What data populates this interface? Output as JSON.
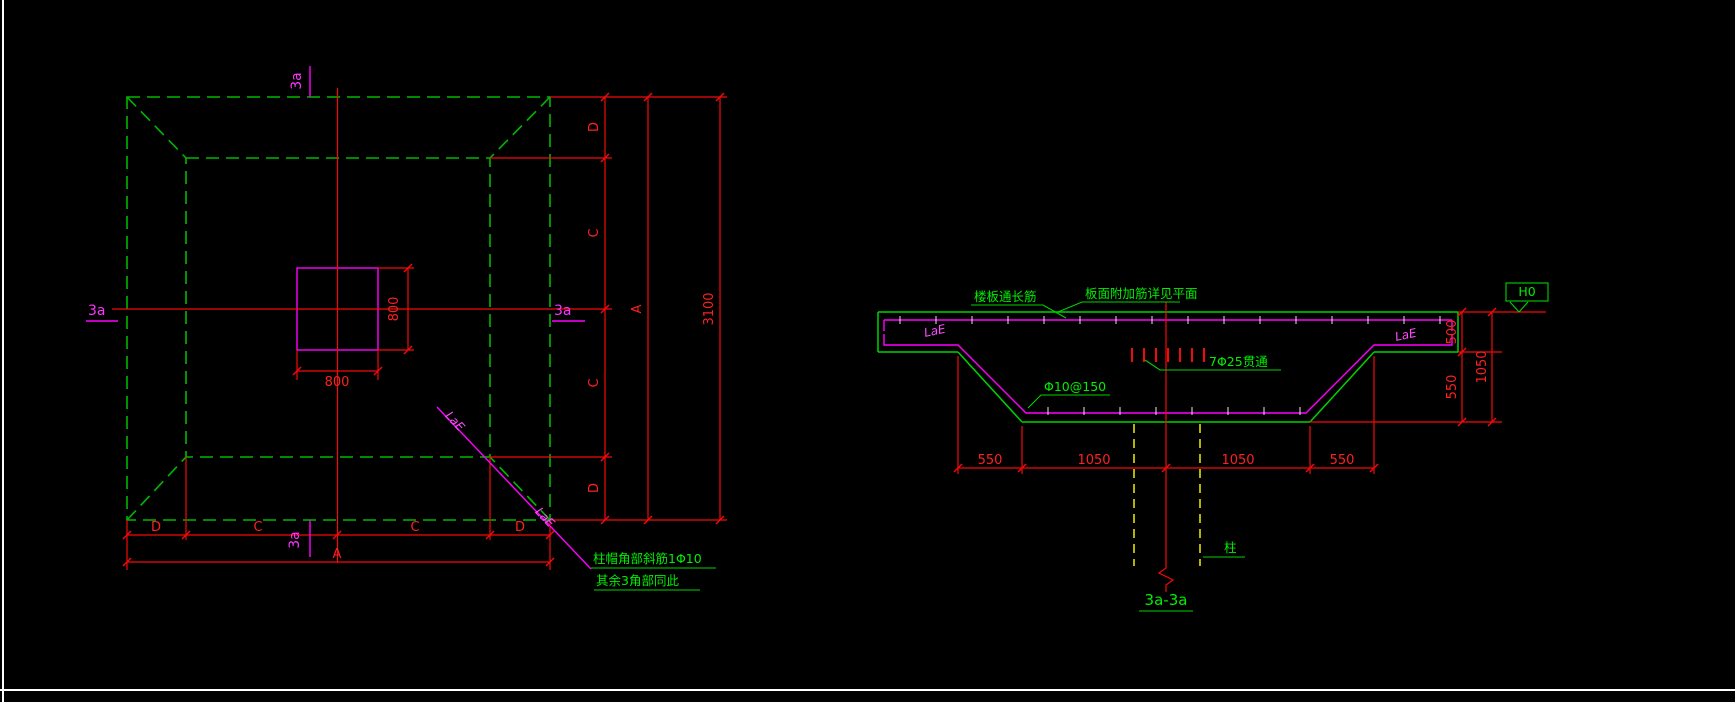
{
  "drawing": {
    "background": "#000000",
    "colors": {
      "outline_green": "#00d400",
      "dimension_red": "#f50a0a",
      "marker_magenta": "#ff00ff",
      "column_yellow": "#ffff00",
      "border_white": "#ffffff"
    }
  },
  "plan": {
    "section_markers": {
      "top": "3a",
      "bottom": "3a",
      "left": "3a",
      "right": "3a"
    },
    "column_dim_v": "800",
    "column_dim_h": "800",
    "bottom_dims": {
      "segments": [
        "D",
        "C",
        "C",
        "D"
      ],
      "total": "A"
    },
    "right_dims": {
      "segments": [
        "D",
        "C",
        "C",
        "D"
      ],
      "total": "A",
      "overall": "3100"
    },
    "corner_bar_labels": [
      "LaE",
      "LaE"
    ],
    "corner_note_line1": "柱帽角部斜筋1Φ10",
    "corner_note_line2": "其余3角部同此"
  },
  "section": {
    "title": "3a-3a",
    "labels": {
      "slab_bars": "楼板通长筋",
      "top_added_bars": "板面附加筋详见平面",
      "through_bars": "7Φ25贯通",
      "stirrups": "Φ10@150",
      "column": "柱",
      "level": "H0",
      "anchor_left": "LaE",
      "anchor_right": "LaE"
    },
    "bottom_dims": [
      "550",
      "1050",
      "1050",
      "550"
    ],
    "right_dims": {
      "upper": "500",
      "lower": "550",
      "overall": "1050"
    }
  }
}
